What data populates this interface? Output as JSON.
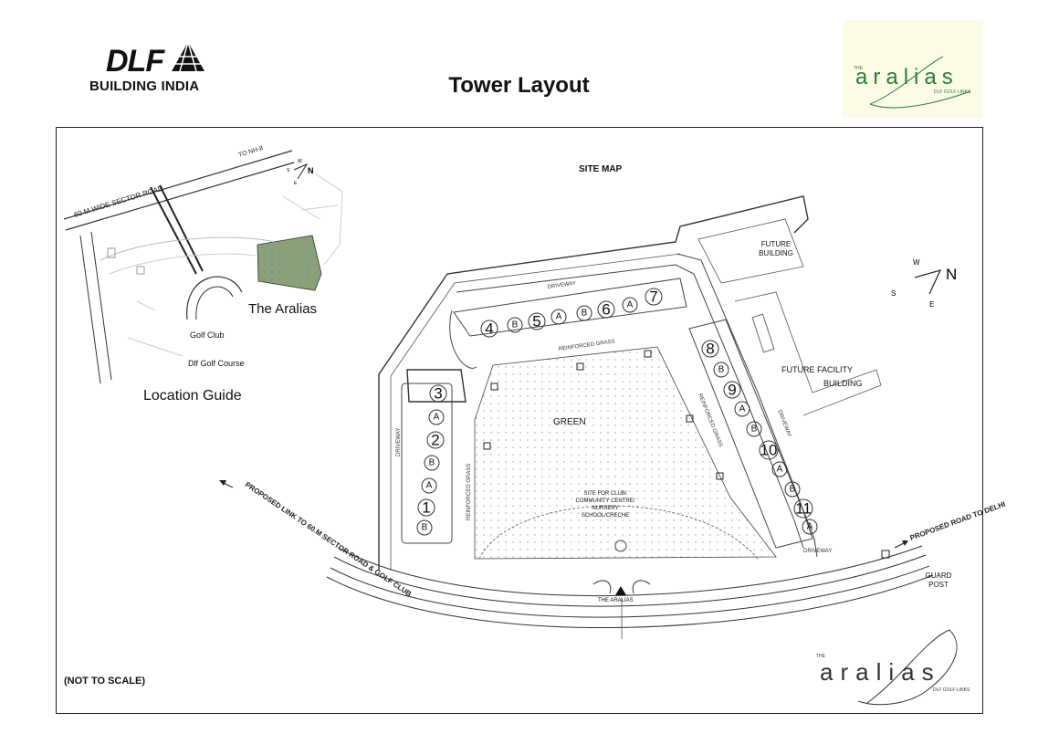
{
  "header": {
    "brand_word": "DLF",
    "brand_tagline": "BUILDING INDIA",
    "title": "Tower Layout",
    "logo_small_the": "THE",
    "logo_word": "aralias",
    "logo_sub": "DLF GOLF LINKS"
  },
  "location_guide": {
    "road_label": "60 M  WIDE  SECTOR  ROAD",
    "to_nh": "TO   NH-8",
    "aralias": "The Aralias",
    "golf_club": "Golf Club",
    "golf_course": "Dlf  Golf Course",
    "title": "Location Guide",
    "compass_n": "N",
    "compass_w": "W",
    "compass_s": "S",
    "compass_e": "E"
  },
  "site_map": {
    "title": "SITE MAP",
    "green": "GREEN",
    "driveway": "DRIVEWAY",
    "reinforced_grass": "REINFORCED GRASS",
    "future_building": "FUTURE BUILDING",
    "future_facility": "FUTURE FACILITY",
    "future_facility_2": "BUILDING",
    "site_for_club": "SITE FOR CLUB/ COMMUNITY CENTRE/ NURSERY SCHOOL/CRECHE",
    "the_aralias_gate": "THE ARALIAS",
    "guard_post": "GUARD POST",
    "proposed_link": "PROPOSED LINK TO 60.M SECTOR ROAD & GOLF CLUB",
    "proposed_road": "PROPOSED ROAD TO DELHI",
    "not_to_scale": "(NOT TO SCALE)",
    "compass_n": "N",
    "compass_w": "W",
    "compass_s": "S",
    "compass_e": "E",
    "towers_top": [
      "4",
      "B",
      "5",
      "A",
      "B",
      "6",
      "A",
      "7"
    ],
    "towers_left": [
      "3",
      "A",
      "2",
      "B",
      "A",
      "1",
      "B"
    ],
    "towers_right": [
      "8",
      "B",
      "9",
      "A",
      "B",
      "10",
      "A",
      "B",
      "11",
      "A"
    ]
  },
  "footer_logo": {
    "the": "THE",
    "word": "aralias",
    "sub": "DLF GOLF LINKS"
  },
  "colors": {
    "frame": "#222222",
    "aralias_green": "#2e7d32",
    "logo_bg": "#fbfbe8",
    "plot_shade": "#8aa07a"
  }
}
